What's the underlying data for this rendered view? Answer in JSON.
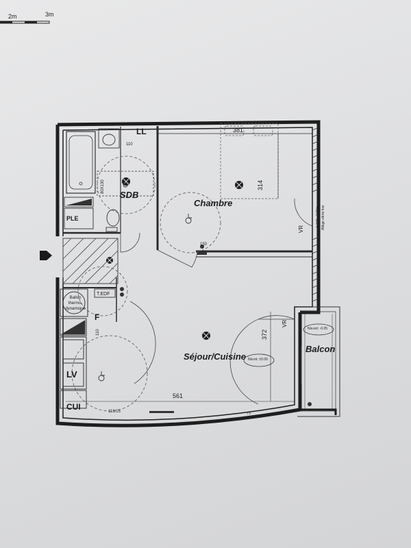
{
  "scale_bar": {
    "left_label": "2m",
    "right_label": "3m"
  },
  "rooms": {
    "sdb": "SDB",
    "chambre": "Chambre",
    "sejour": "Séjour/Cuisine",
    "balcon": "Balcon",
    "ll": "LL",
    "ple": "PLE",
    "f": "F",
    "lv": "LV",
    "cui": "CUI"
  },
  "equipment": {
    "ballon_line1": "Ballon",
    "ballon_line2": "thermo-",
    "ballon_line3": "dynamique",
    "tedf": "T.EDF"
  },
  "dimensions": {
    "chambre_width": "381",
    "chambre_depth": "314",
    "sejour_depth": "372",
    "sejour_width": "561",
    "shower": "80X130",
    "small_110_a": "110",
    "small_110_b": "110",
    "small_150": "150",
    "small_118": "118/15"
  },
  "tags": {
    "vr_chambre": "VR",
    "vr_sejour": "VR",
    "niv_balcon": "Niv.ext: -0.05",
    "niv_sejour": "Niv.int: ±0.00",
    "window_note_1": "h 100 - 2.00m",
    "window_note_2": "Allège vitrée fixe",
    "tv": "TV"
  }
}
